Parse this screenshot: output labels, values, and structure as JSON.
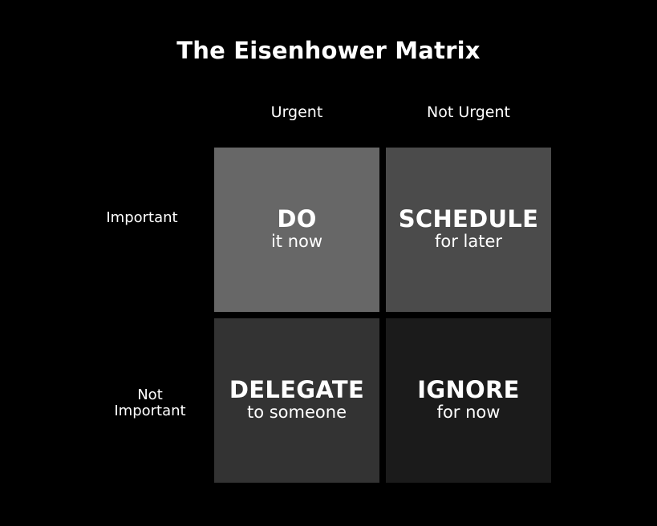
{
  "title": "The Eisenhower Matrix",
  "columns": [
    "Urgent",
    "Not Urgent"
  ],
  "rows": [
    {
      "lines": [
        "Important"
      ]
    },
    {
      "lines": [
        "Not",
        "Important"
      ]
    }
  ],
  "quadrants": [
    {
      "main": "DO",
      "sub": "it now",
      "color": "#676767"
    },
    {
      "main": "SCHEDULE",
      "sub": "for later",
      "color": "#4b4b4b"
    },
    {
      "main": "DELEGATE",
      "sub": "to someone",
      "color": "#333333"
    },
    {
      "main": "IGNORE",
      "sub": "for now",
      "color": "#1b1b1b"
    }
  ]
}
